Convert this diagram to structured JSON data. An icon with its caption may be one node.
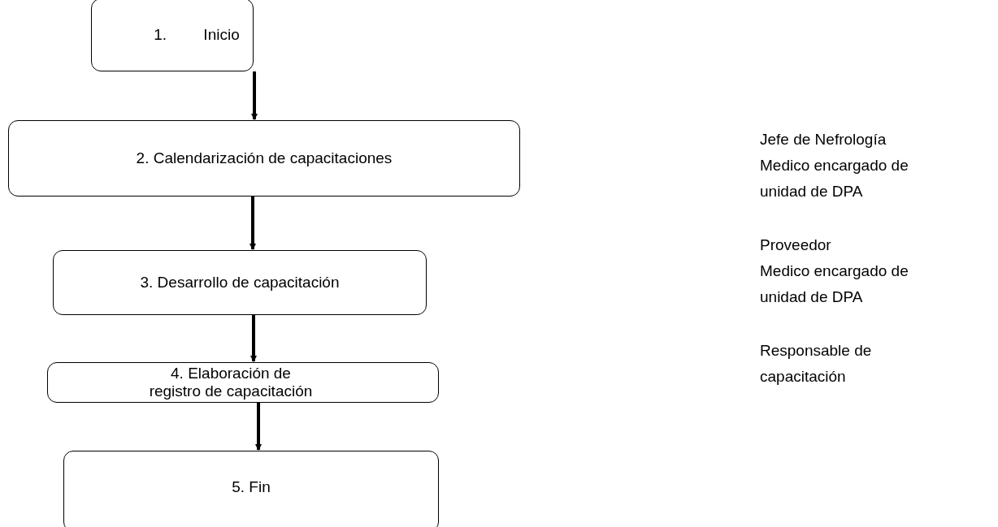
{
  "diagram": {
    "nodes": [
      {
        "text": [
          "1. Inicio"
        ]
      },
      {
        "text": [
          "2. Calendarización de capacitaciones"
        ]
      },
      {
        "text": [
          "3. Desarrollo de capacitación"
        ]
      },
      {
        "text": [
          "4. Elaboración de registro de capacitación"
        ]
      },
      {
        "text": [
          "5. Fin"
        ]
      }
    ],
    "edges": [
      {
        "from": 0,
        "to": 1,
        "arrow": "to"
      },
      {
        "from": 1,
        "to": 2,
        "arrow": "to"
      },
      {
        "from": 2,
        "to": 3,
        "arrow": "to"
      },
      {
        "from": 3,
        "to": 4,
        "arrow": "to"
      }
    ],
    "labels": [
      "Jefe de Nefrología",
      "Medico encargado de unidad de DPA",
      "Proveedor",
      "Medico encargado de unidad de DPA",
      "Responsable de capacitación"
    ]
  }
}
